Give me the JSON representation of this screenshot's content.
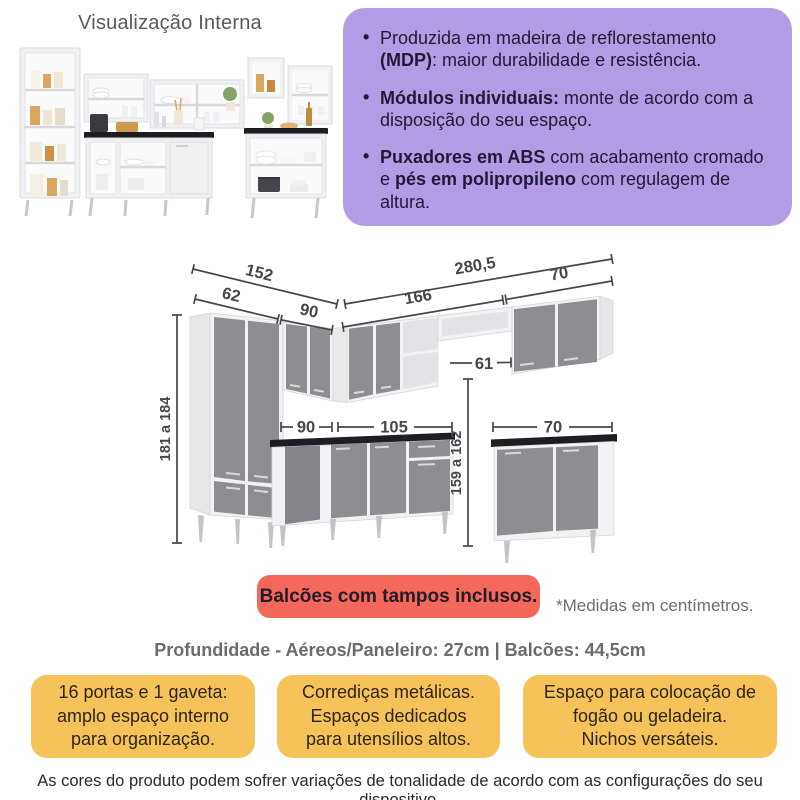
{
  "interior": {
    "title": "Visualização Interna"
  },
  "features": {
    "bg": "#b39ce6",
    "text_color": "#211a36",
    "bullets": [
      {
        "segments": [
          {
            "t": "Produzida em madeira de reflorestamento "
          },
          {
            "t": "(MDP)",
            "b": true
          },
          {
            "t": ": maior durabilidade e resistência."
          }
        ]
      },
      {
        "segments": [
          {
            "t": "Módulos individuais:",
            "b": true
          },
          {
            "t": " monte de acordo com a disposição do seu espaço."
          }
        ]
      },
      {
        "segments": [
          {
            "t": "Puxadores em ABS",
            "b": true
          },
          {
            "t": " com acabamento cromado e "
          },
          {
            "t": "pés em polipropileno",
            "b": true
          },
          {
            "t": " com regulagem de altura."
          }
        ]
      }
    ]
  },
  "diagram": {
    "unit_note": "*Medidas em centímetros.",
    "dims": {
      "left_total": "152",
      "left_a": "62",
      "left_b": "90",
      "right_total": "280,5",
      "right_run": "166",
      "right_cab": "70",
      "niche": "61",
      "height_tall": "181 a 184",
      "height_base": "159 a 162",
      "base_a": "90",
      "base_b": "105",
      "base_c": "70"
    }
  },
  "badge": {
    "label": "Balcões com tampos inclusos.",
    "bg": "#f4685c"
  },
  "depth_note": "Profundidade - Aéreos/Paneleiro: 27cm | Balcões: 44,5cm",
  "highlights": {
    "bg": "#f6c35a",
    "cards": [
      {
        "lines": [
          "16 portas e 1 gaveta:",
          "amplo espaço interno",
          "para organização."
        ]
      },
      {
        "lines": [
          "Corrediças metálicas.",
          "Espaços dedicados",
          "para utensílios altos."
        ]
      },
      {
        "lines": [
          "Espaço para colocação de",
          "fogão ou geladeira.",
          "Nichos versáteis."
        ]
      }
    ]
  },
  "disclaimer": "As cores do produto podem sofrer variações de tonalidade de acordo com as configurações do seu dispositivo."
}
